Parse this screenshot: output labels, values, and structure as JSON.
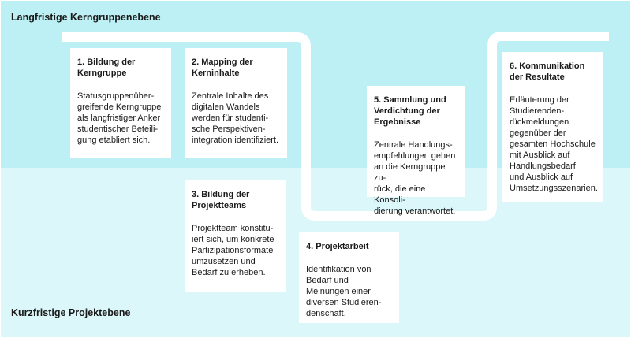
{
  "bands": {
    "top_label": "Langfristige Kerngruppenebene",
    "bottom_label": "Kurzfristige Projektebene"
  },
  "steps": [
    {
      "title": "1. Bildung der\nKerngruppe",
      "body": "Statusgruppenüber-\ngreifende Kerngruppe\nals langfristiger Anker\nstudentischer Beteili-\ngung etabliert sich."
    },
    {
      "title": "2. Mapping der\nKerninhalte",
      "body": "Zentrale Inhalte des\ndigitalen Wandels\nwerden für studenti-\nsche Perspektiven-\nintegration identifiziert."
    },
    {
      "title": "3. Bildung der\nProjektteams",
      "body": "Projektteam konstitu-\niert sich, um konkrete\nPartizipationsformate\numzusetzen und\nBedarf zu erheben."
    },
    {
      "title": "4. Projektarbeit",
      "body": "Identifikation von\nBedarf und\nMeinungen einer\ndiversen Studieren-\ndenschaft."
    },
    {
      "title": "5. Sammlung und\nVerdichtung der\nErgebnisse",
      "body": "Zentrale Handlungs-\nempfehlungen gehen\nan die Kerngruppe zu-\nrück, die eine Konsoli-\ndierung verantwortet."
    },
    {
      "title": "6. Kommunikation\nder Resultate",
      "body": "Erläuterung der\nStudierenden-\nrückmeldungen\ngegenüber der\ngesamten Hochschule\nmit Ausblick auf\nHandlungsbedarf\nund Ausblick auf\nUmsetzungsszenarien."
    }
  ]
}
